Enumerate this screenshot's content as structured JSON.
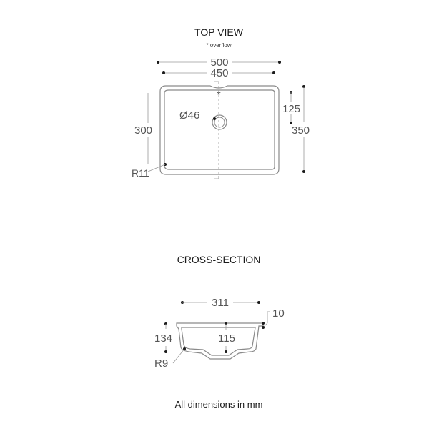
{
  "top_view": {
    "title": "TOP VIEW",
    "note": "* overflow",
    "overflow_marker": "*",
    "dims": {
      "width_outer": "500",
      "width_inner": "450",
      "depth_inner": "300",
      "depth_outer": "350",
      "drain_offset": "125",
      "drain_diameter": "Ø46",
      "corner_radius": "R11"
    }
  },
  "cross_section": {
    "title": "CROSS-SECTION",
    "dims": {
      "top_width": "311",
      "rim": "10",
      "height": "134",
      "bowl_depth": "115",
      "radius": "R9"
    }
  },
  "footer": "All dimensions in mm"
}
